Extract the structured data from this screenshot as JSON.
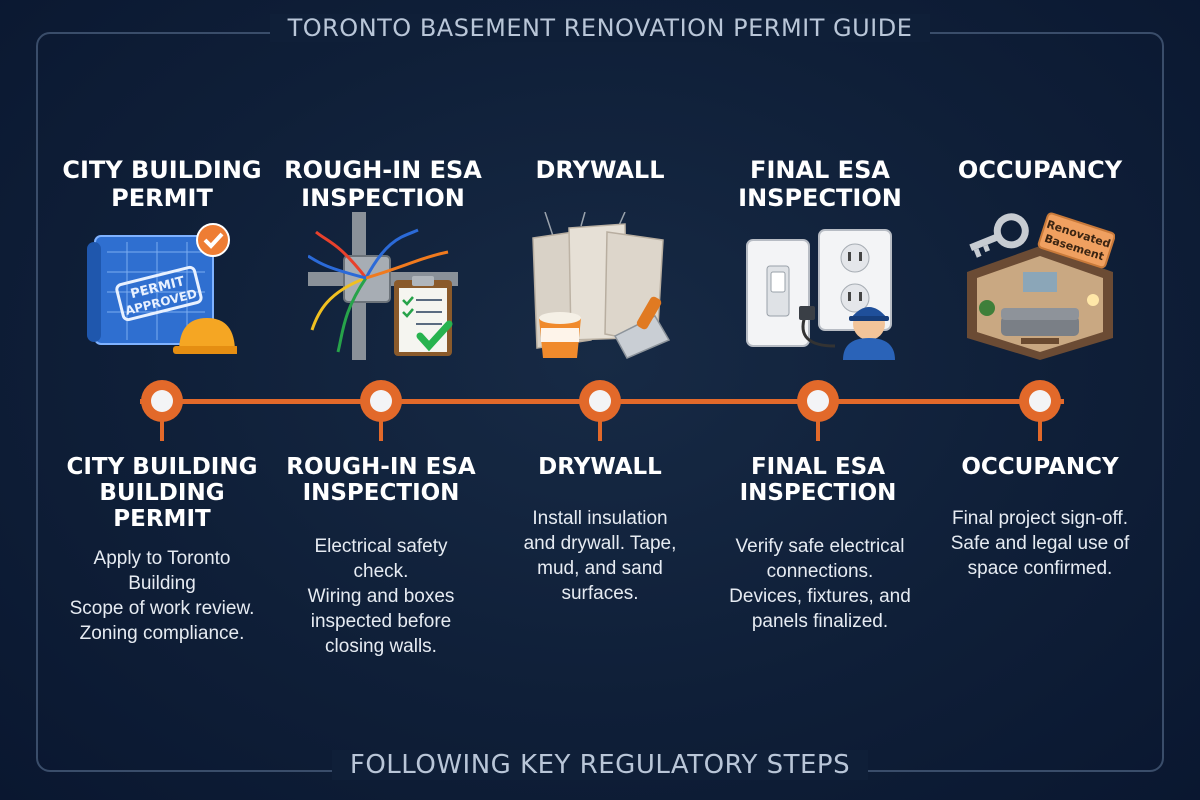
{
  "title": "TORONTO BASEMENT RENOVATION PERMIT GUIDE",
  "footer": "FOLLOWING KEY REGULATORY STEPS",
  "colors": {
    "background": "#0f1f38",
    "accent": "#e2692a",
    "frame": "#3a4d6a"
  },
  "steps": [
    {
      "title_lines": [
        "CITY BUILDING",
        "PERMIT"
      ],
      "subtitle_lines": [
        "CITY BUILDING",
        "BUILDING",
        "PERMIT"
      ],
      "desc_lines": [
        "Apply to Toronto",
        "Building",
        "Scope of work review.",
        "Zoning compliance."
      ],
      "icon": "blueprint-permit-icon",
      "badge_lines": [
        "PERMIT",
        "APPROVED"
      ]
    },
    {
      "title_lines": [
        "ROUGH-IN ESA",
        "INSPECTION"
      ],
      "subtitle_lines": [
        "ROUGH-IN ESA",
        "INSPECTION"
      ],
      "desc_lines": [
        "Electrical safety",
        "check.",
        "Wiring and boxes",
        "inspected before",
        "closing walls."
      ],
      "icon": "wiring-checklist-icon"
    },
    {
      "title_lines": [
        "DRYWALL"
      ],
      "subtitle_lines": [
        "DRYWALL"
      ],
      "desc_lines": [
        "Install insulation",
        "and drywall. Tape,",
        "mud, and sand",
        "surfaces."
      ],
      "icon": "drywall-panels-icon"
    },
    {
      "title_lines": [
        "FINAL ESA",
        "INSPECTION"
      ],
      "subtitle_lines": [
        "FINAL ESA",
        "INSPECTION"
      ],
      "desc_lines": [
        "Verify safe electrical",
        "connections.",
        "Devices, fixtures, and",
        "panels finalized."
      ],
      "icon": "outlet-inspector-icon"
    },
    {
      "title_lines": [
        "OCCUPANCY"
      ],
      "subtitle_lines": [
        "OCCUPANCY"
      ],
      "desc_lines": [
        "Final project sign-off.",
        "Safe and legal use of",
        "space confirmed."
      ],
      "icon": "key-basement-icon",
      "tag_lines": [
        "Renovated",
        "Basement"
      ]
    }
  ]
}
